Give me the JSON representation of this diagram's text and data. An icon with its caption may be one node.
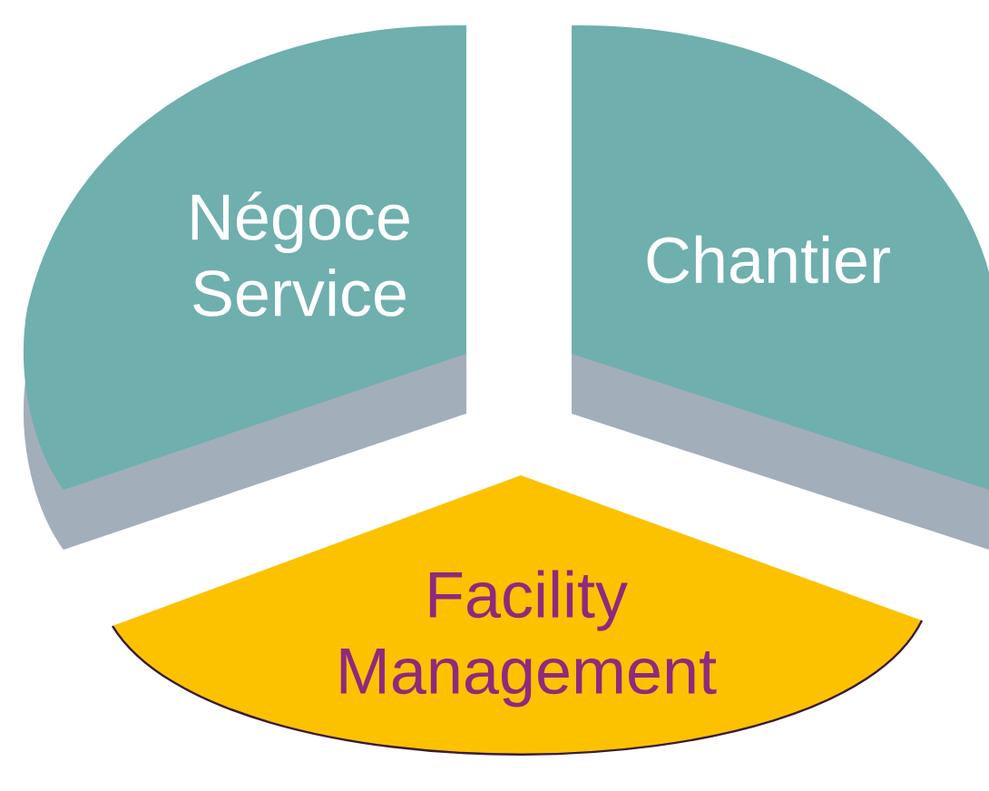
{
  "diagram": {
    "nodes": [
      {
        "text": [
          "Négoce Service"
        ]
      },
      {
        "text": [
          "Chantier"
        ]
      },
      {
        "text": [
          "Facility Management"
        ]
      }
    ]
  }
}
